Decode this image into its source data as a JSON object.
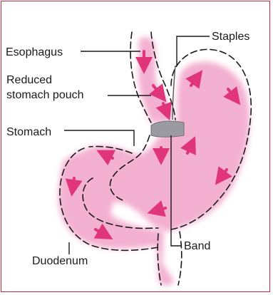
{
  "labels": {
    "esophagus": "Esophagus",
    "staples": "Staples",
    "reduced_line1": "Reduced",
    "reduced_line2": "stomach pouch",
    "stomach": "Stomach",
    "band": "Band",
    "duodenum": "Duodenum"
  },
  "colors": {
    "frame": "#d4273c",
    "tissue": "#f4b3d3",
    "tissue_dark": "#e68fbc",
    "arrow": "#e0357a",
    "band": "#9a9aa0",
    "outline": "#1a1a1a"
  }
}
